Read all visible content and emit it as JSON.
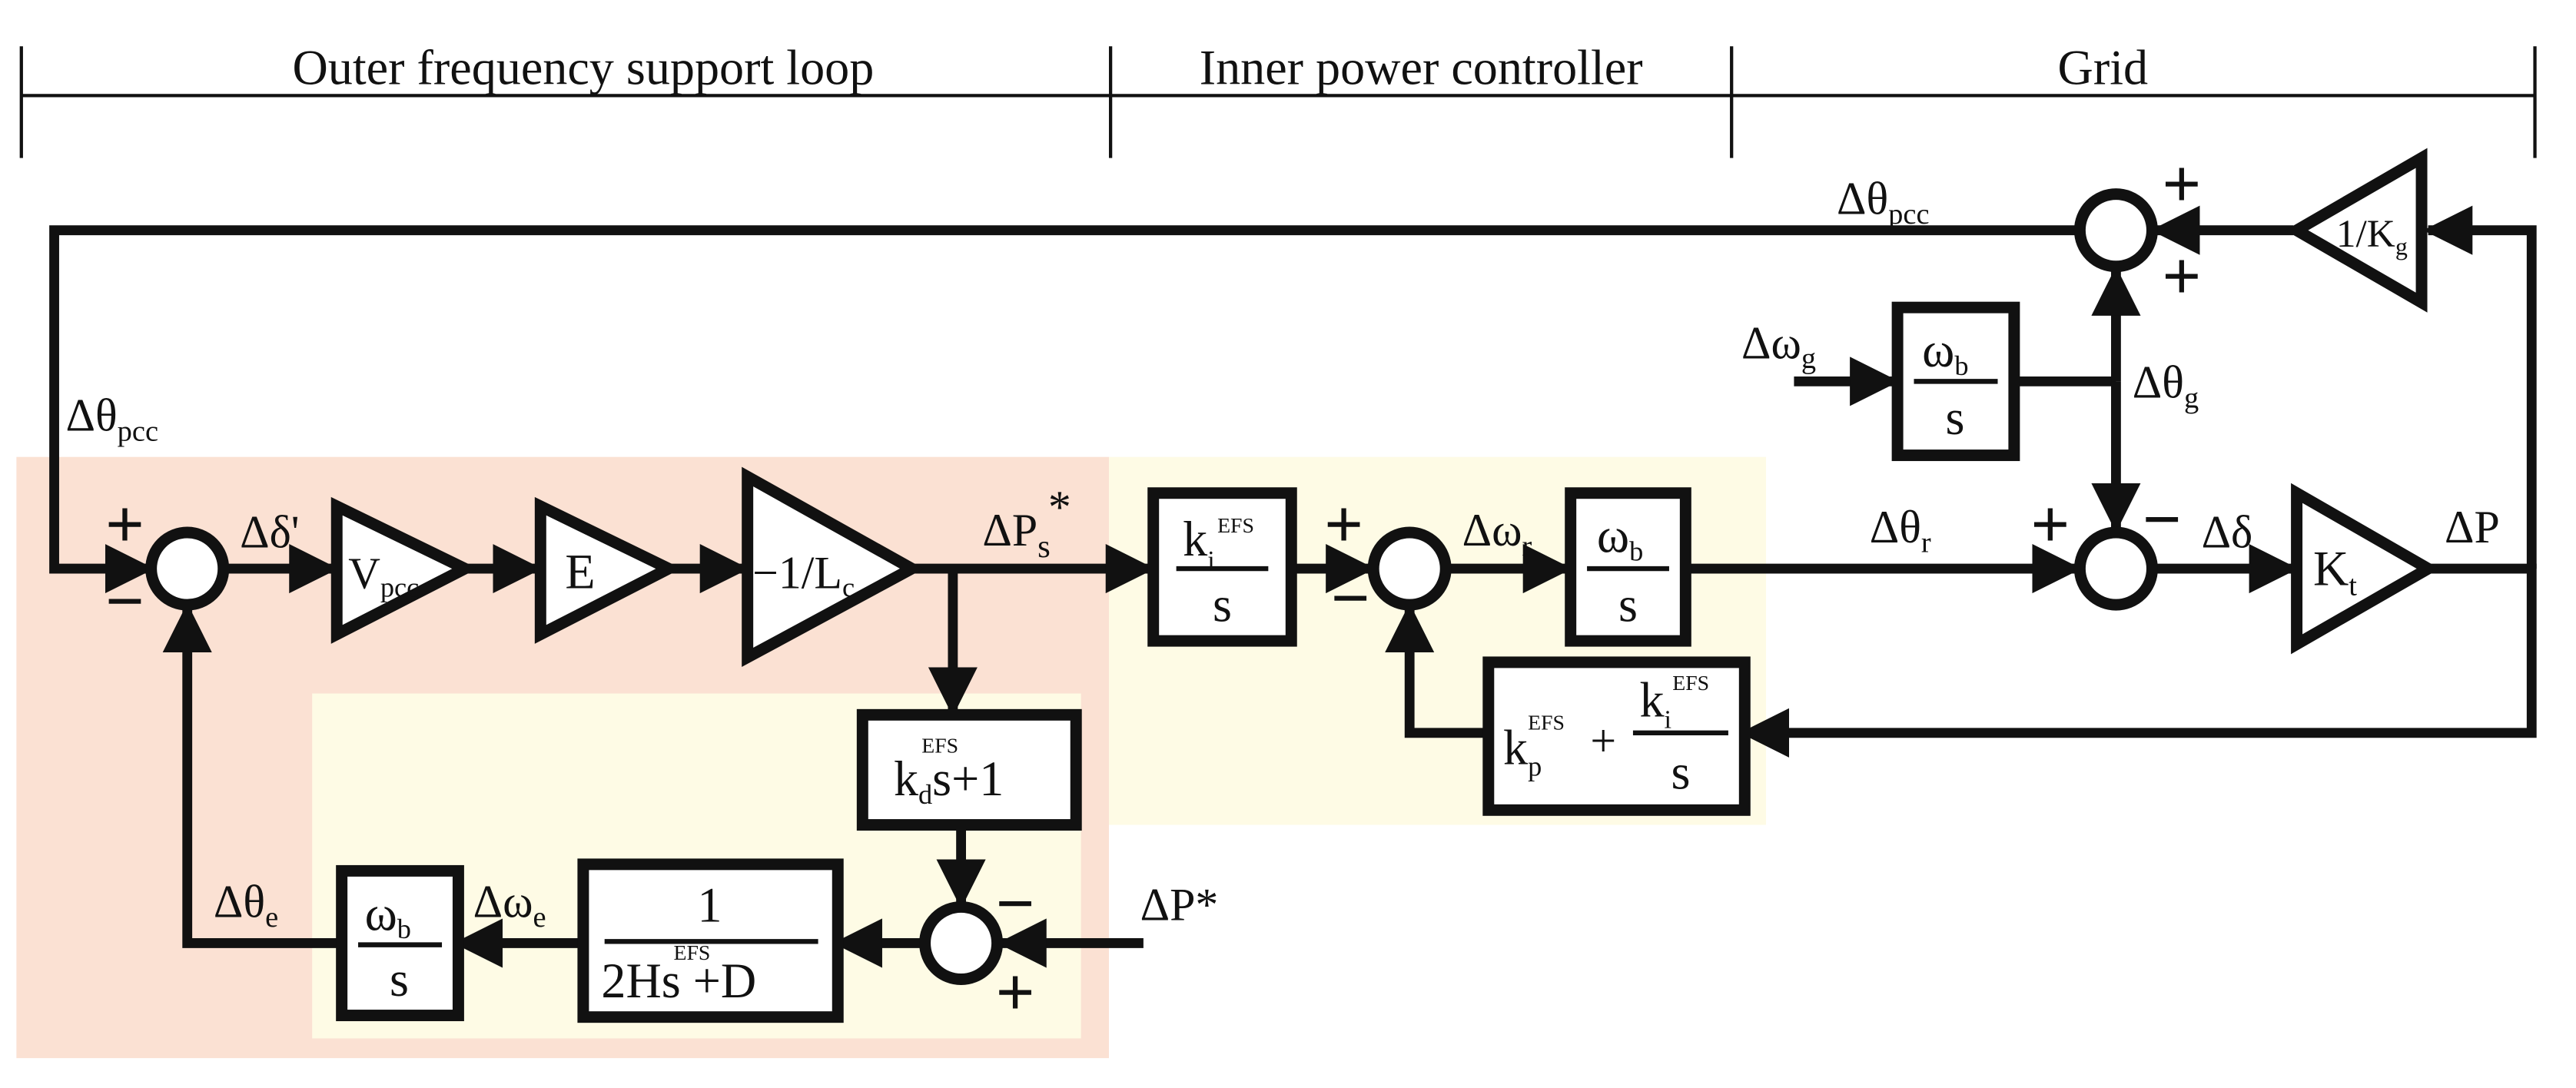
{
  "sections": {
    "outer": "Outer frequency support loop",
    "inner": "Inner power controller",
    "grid": "Grid"
  },
  "colors": {
    "outer_region": "#fbe1d3",
    "inner_region": "#fefbe5",
    "line": "#111111"
  },
  "signals": {
    "delta_theta_pcc_top": "Δθ",
    "delta_theta_pcc_left": "Δθ",
    "pcc_sub": "pcc",
    "delta_delta_prime": "Δδ'",
    "delta_ps_star": "ΔP",
    "ps_sub": "s",
    "star": "*",
    "delta_omega_r": "Δω",
    "r_sub": "r",
    "delta_theta_r": "Δθ",
    "delta_delta": "Δδ",
    "delta_p": "ΔP",
    "delta_omega_g": "Δω",
    "g_sub": "g",
    "delta_theta_g": "Δθ",
    "delta_theta_e": "Δθ",
    "e_sub": "e",
    "delta_omega_e": "Δω",
    "delta_p_star": "ΔP*"
  },
  "blocks": {
    "vpcc_main": "V",
    "vpcc_sub": "pcc",
    "e_gain": "E",
    "lc_main": "−1/L",
    "lc_sub": "c",
    "ki_k": "k",
    "ki_i": "i",
    "efs": "EFS",
    "s": "s",
    "omega": "ω",
    "b": "b",
    "pi_kp_k": "k",
    "pi_kp_p": "p",
    "pi_plus": "+",
    "kt_main": "K",
    "kt_sub": "t",
    "kg_main": "1/K",
    "kg_sub": "g",
    "kd_k": "k",
    "kd_d": "d",
    "kd_rest": "s+1",
    "swing_num": "1",
    "swing_2h": "2H",
    "swing_rest": "s +D"
  },
  "signs": {
    "plus": "+",
    "minus": "−"
  }
}
